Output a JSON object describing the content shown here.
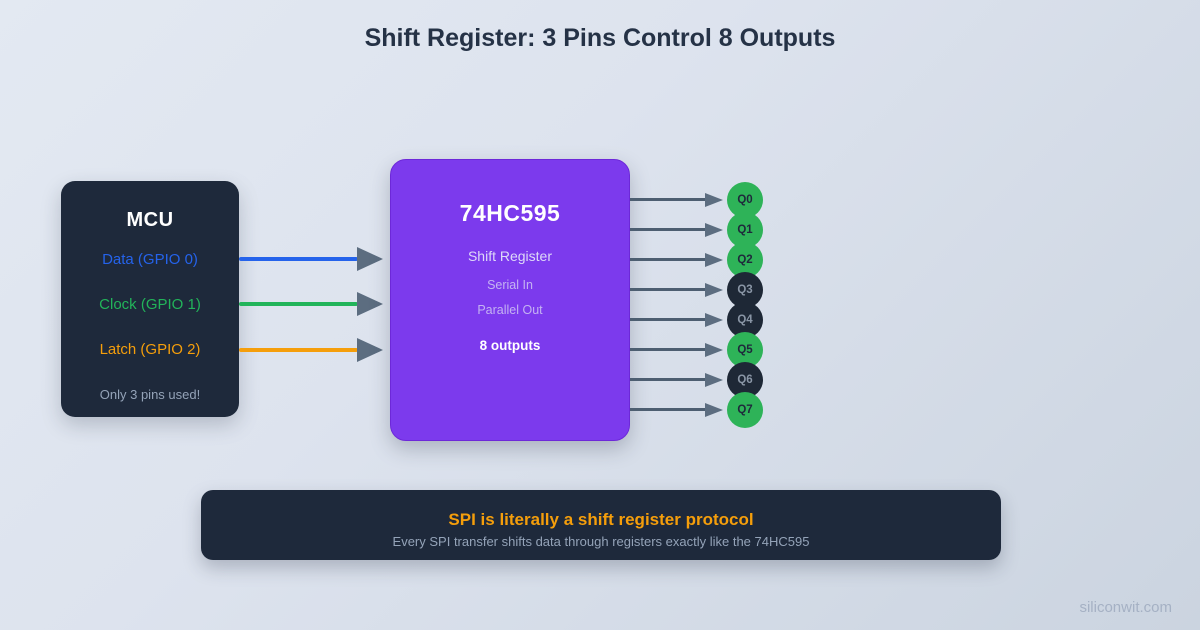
{
  "title": "Shift Register: 3 Pins Control 8 Outputs",
  "mcu": {
    "label": "MCU",
    "pins": [
      {
        "label": "Data (GPIO 0)",
        "color": "#2563eb"
      },
      {
        "label": "Clock (GPIO 1)",
        "color": "#22b45a"
      },
      {
        "label": "Latch (GPIO 2)",
        "color": "#f59e0b"
      }
    ],
    "note": "Only 3 pins used!"
  },
  "chip": {
    "name": "74HC595",
    "role": "Shift Register",
    "detail_1": "Serial In",
    "detail_2": "Parallel Out",
    "detail_3": "8 outputs"
  },
  "outputs": [
    {
      "label": "Q0",
      "state": "on"
    },
    {
      "label": "Q1",
      "state": "on"
    },
    {
      "label": "Q2",
      "state": "on"
    },
    {
      "label": "Q3",
      "state": "off"
    },
    {
      "label": "Q4",
      "state": "off"
    },
    {
      "label": "Q5",
      "state": "on"
    },
    {
      "label": "Q6",
      "state": "off"
    },
    {
      "label": "Q7",
      "state": "on"
    }
  ],
  "banner": {
    "heading": "SPI is literally a shift register protocol",
    "subtext": "Every SPI transfer shifts data through registers exactly like the 74HC595"
  },
  "watermark": "siliconwit.com",
  "colors": {
    "background_top": "#e3e9f2",
    "background_bottom": "#cbd4e0",
    "dark_panel": "#1e293b",
    "chip_purple": "#7c3aed",
    "output_on_green": "#2eb358",
    "output_off_dark": "#1e2836",
    "wire_blue": "#2563eb",
    "wire_green": "#22b45a",
    "wire_orange": "#f59e0b",
    "arrow_slate": "#5c6d80",
    "banner_heading_orange": "#f59e0b",
    "muted_text": "#94a3b8",
    "title_text": "#253246"
  }
}
